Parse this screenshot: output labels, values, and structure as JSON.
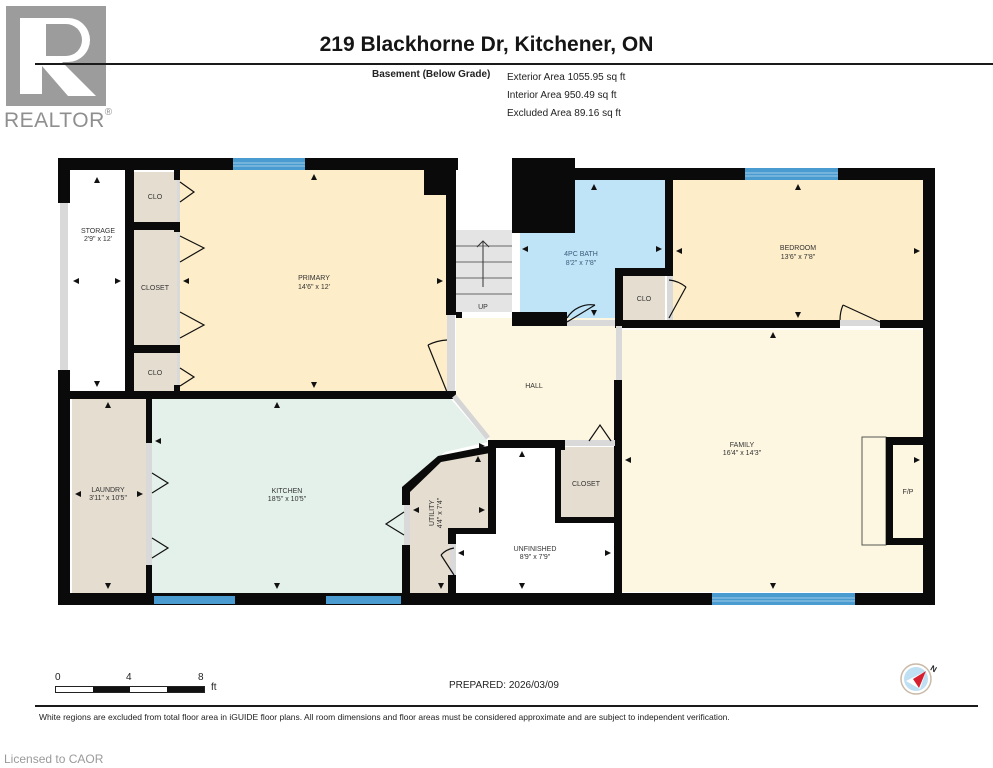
{
  "branding": {
    "logo_letter": "R",
    "logo_text": "REALTOR",
    "logo_mark": "®",
    "logo_color": "#9c9c9c"
  },
  "header": {
    "title": "219 Blackhorne Dr, Kitchener, ON",
    "level": "Basement (Below Grade)",
    "areas": {
      "exterior": "Exterior Area 1055.95 sq ft",
      "interior": "Interior Area 950.49 sq ft",
      "excluded": "Excluded Area 89.16 sq ft"
    }
  },
  "colors": {
    "wall": "#0a0a0a",
    "bedroom": "#fdedc8",
    "bath": "#bfe3f7",
    "kitchen": "#e3f1ea",
    "closet": "#e5ddd0",
    "hall": "#fdf6e0",
    "family": "#fdf6e0",
    "unfinished": "#ffffff",
    "window": "#4a9bd0",
    "door_gap": "#d9d9d9",
    "stairs": "#e4e4e4"
  },
  "rooms": {
    "storage": {
      "name": "STORAGE",
      "dims": "2'9\" x 12'"
    },
    "clo_top": {
      "name": "CLO"
    },
    "closet_left": {
      "name": "CLOSET"
    },
    "clo_bottom": {
      "name": "CLO"
    },
    "primary": {
      "name": "PRIMARY",
      "dims": "14'6\" x 12'"
    },
    "stairs": {
      "name": "UP"
    },
    "bath": {
      "name": "4PC BATH",
      "dims": "8'2\" x 7'8\""
    },
    "clo_bath": {
      "name": "CLO"
    },
    "bedroom": {
      "name": "BEDROOM",
      "dims": "13'6\" x 7'8\""
    },
    "hall": {
      "name": "HALL"
    },
    "laundry": {
      "name": "LAUNDRY",
      "dims": "3'11\" x 10'5\""
    },
    "kitchen": {
      "name": "KITCHEN",
      "dims": "18'5\" x 10'5\""
    },
    "utility": {
      "name": "UTILITY",
      "dims": "4'4\" x 7'4\""
    },
    "unfinished": {
      "name": "UNFINISHED",
      "dims": "8'9\" x 7'9\""
    },
    "closet_mid": {
      "name": "CLOSET"
    },
    "family": {
      "name": "FAMILY",
      "dims": "16'4\" x 14'3\""
    },
    "fireplace": {
      "name": "F/P"
    }
  },
  "scale_bar": {
    "ticks": [
      "0",
      "4",
      "8"
    ],
    "unit": "ft"
  },
  "prepared": "PREPARED: 2026/03/09",
  "compass": {
    "north_label": "N",
    "icon": "compass-icon"
  },
  "footer": {
    "disclaimer": "White regions are excluded from total floor area in iGUIDE floor plans. All room dimensions and floor areas must be considered approximate and are subject to independent verification.",
    "licensed": "Licensed to CAOR"
  }
}
